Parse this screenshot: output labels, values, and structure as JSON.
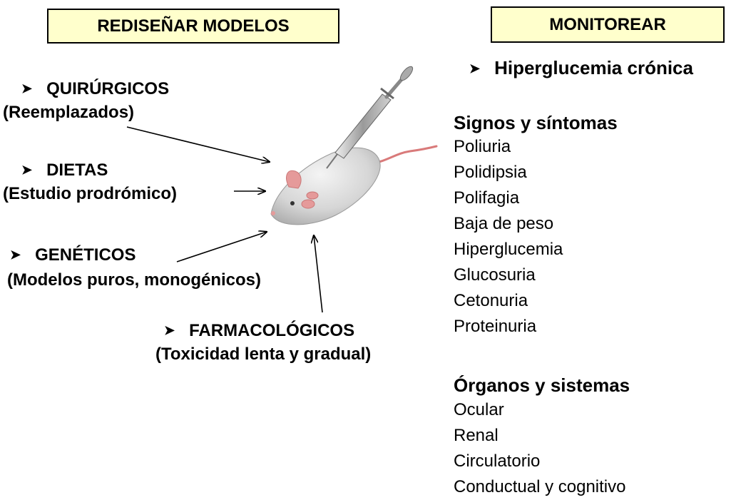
{
  "left": {
    "header": "REDISEÑAR MODELOS",
    "items": [
      {
        "title": "QUIRÚRGICOS",
        "subtitle": "(Reemplazados)"
      },
      {
        "title": "DIETAS",
        "subtitle": "(Estudio prodrómico)"
      },
      {
        "title": "GENÉTICOS",
        "subtitle": "(Modelos puros, monogénicos)"
      },
      {
        "title": "FARMACOLÓGICOS",
        "subtitle": "(Toxicidad lenta y gradual)"
      }
    ]
  },
  "right": {
    "header": "MONITOREAR",
    "main_item": "Hiperglucemia crónica",
    "signs_heading": "Signos y síntomas",
    "signs": [
      "Poliuria",
      "Polidipsia",
      "Polifagia",
      "Baja de peso",
      "Hiperglucemia",
      "Glucosuria",
      "Cetonuria",
      "Proteinuria"
    ],
    "organs_heading": "Órganos y sistemas",
    "organs": [
      "Ocular",
      "Renal",
      "Circulatorio",
      "Conductual y cognitivo"
    ]
  },
  "colors": {
    "box_fill": "#ffffcc",
    "mouse_body": "#d8d8d8",
    "mouse_ear": "#e59a9a"
  },
  "illustration": "mouse-with-syringe"
}
